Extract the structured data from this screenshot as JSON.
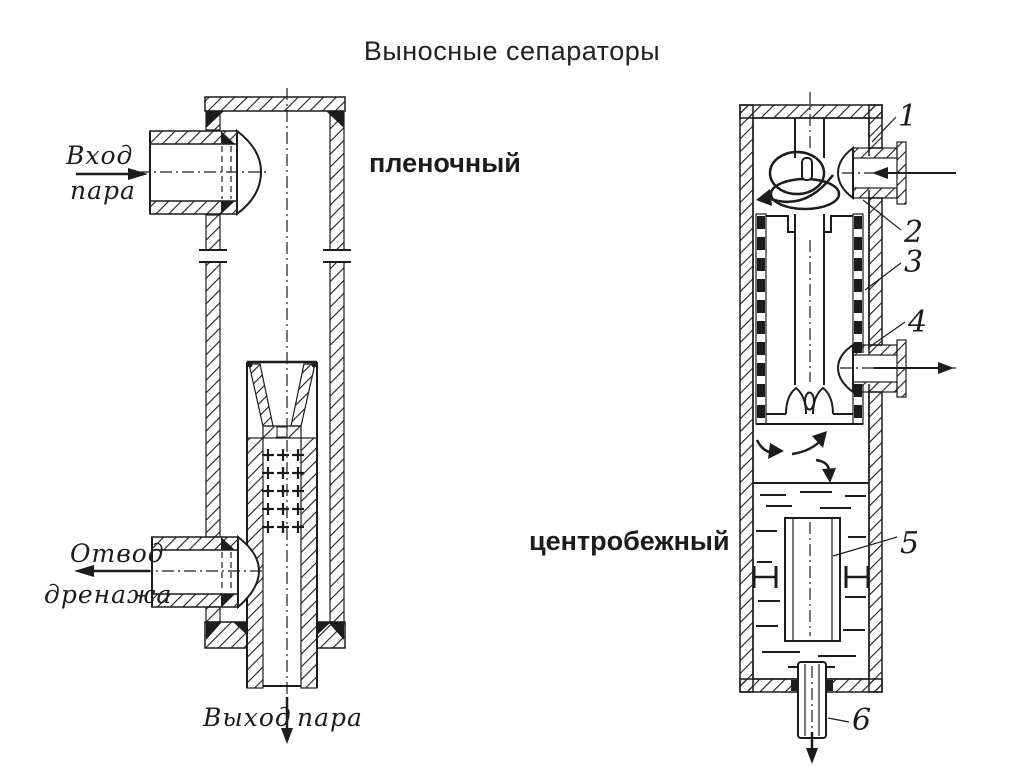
{
  "title": "Выносные сепараторы",
  "colors": {
    "ink": "#1c1c1c",
    "paper": "#ffffff"
  },
  "film_separator": {
    "type_label": "пленочный",
    "steam_inlet": {
      "line1": "Вход",
      "line2": "пара"
    },
    "drain_outlet": {
      "line1": "Отвод",
      "line2": "дренажа"
    },
    "steam_outlet": {
      "line1": "Выход",
      "line2": "пара"
    }
  },
  "centrifugal_separator": {
    "type_label": "центробежный",
    "callouts": [
      "1",
      "2",
      "3",
      "4",
      "5",
      "6"
    ]
  }
}
